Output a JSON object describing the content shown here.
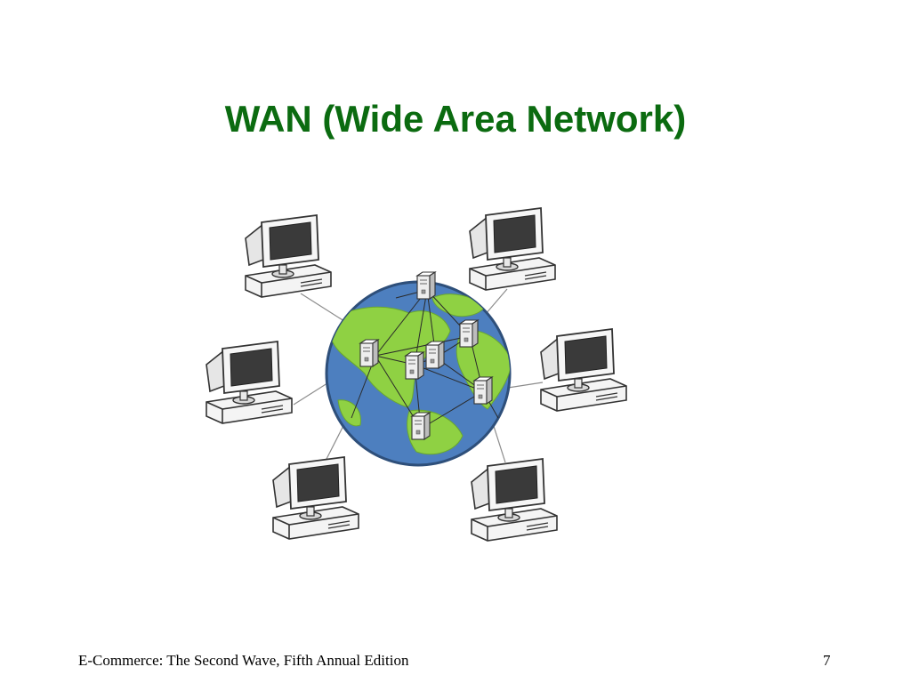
{
  "slide": {
    "title": "WAN (Wide Area Network)",
    "footer_text": "E-Commerce: The Second Wave, Fifth Annual Edition",
    "page_number": "7"
  },
  "colors": {
    "title": "#0b6b10",
    "ocean": "#4d7fbf",
    "land": "#8fd143",
    "screen": "#3a3a3a",
    "device": "#f4f4f4"
  },
  "icons": [
    "globe-icon",
    "computer-icon",
    "server-icon"
  ]
}
